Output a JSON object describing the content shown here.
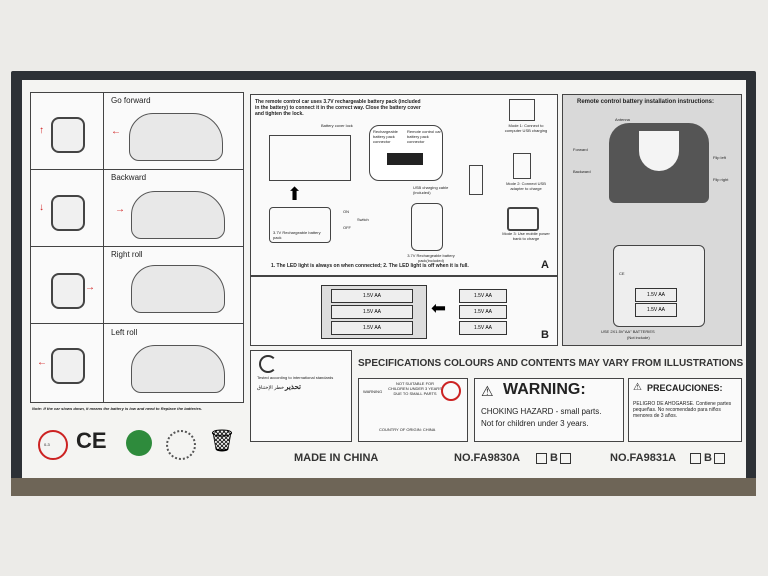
{
  "controls_panel": {
    "go_forward": "Go forward",
    "backward": "Backward",
    "right_roll": "Right roll",
    "left_roll": "Left roll",
    "note": "Note: If the car slows down, it means the battery is low and need to Replace the batteries."
  },
  "charging_panel": {
    "instructions": "The remote control car uses 3.7V rechargeable battery pack (included in the battery) to connect it in the correct way. Close the battery cover and tighten the lock.",
    "battery_cover_lock": "Battery cover lock",
    "rechargeable_pack_connector": "Rechargeable battery pack connector",
    "remote_car_pack_connector": "Remote control car battery pack connector",
    "mode1": "Mode 1: Connect to computer USB charging",
    "mode2": "Mode 2: Connect USB adapter to charge",
    "mode3": "Mode 3: Use mobile power bank to charge",
    "usb_cable": "USB charging cable (included)",
    "battery_pack_label": "3.7V Rechargeable battery pack",
    "switch_label": "Switch",
    "on": "ON",
    "off": "OFF",
    "pack_included": "3.7V Rechargeable battery pack(included)",
    "led_note": "1. The LED light is always on when connected;  2. The LED light is off when it is full.",
    "letter": "A"
  },
  "aa_panel": {
    "cells": [
      "1.5V AA",
      "1.5V AA",
      "1.5V AA"
    ],
    "side_cells": [
      "1.5V AA",
      "1.5V AA",
      "1.5V AA"
    ],
    "letter": "B"
  },
  "remote_panel": {
    "title": "Remote control battery installation instructions:",
    "antenna": "Antenna",
    "forward": "Forward",
    "backward": "Backward",
    "flip_left": "Flip left",
    "flip_right": "Flip right",
    "batteries": "USE 2X1.5V\"AA\" BATTERIES",
    "not_include": "(Not include)",
    "cell1": "1.5V AA",
    "cell2": "1.5V AA",
    "ce": "CE"
  },
  "bottom": {
    "tested": "Tested according to international standards",
    "arabic_warning": "تحذير",
    "arabic_choking": "خطر الإختناق",
    "spec_notice": "SPECIFICATIONS COLOURS AND CONTENTS MAY VARY FROM ILLUSTRATIONS",
    "not_suitable": "NOT SUITABLE FOR CHILDREN UNDER 3 YEARS DUE TO SMALL PARTS",
    "warning_small": "WARNING",
    "country": "COUNTRY OF ORIGIN: CHINA",
    "warning_title": "WARNING:",
    "choking": "CHOKING HAZARD - small parts.",
    "not_for_children": "Not for children under 3 years.",
    "precauciones": "PRECAUCIONES:",
    "peligro": "PELIGRO DE AHOGARSE. Contiene partes pequeñas. No recomendado para niños menores de 3 años.",
    "made_in_china": "MADE IN CHINA",
    "no1": "NO.FA9830A",
    "no1_b": "B",
    "no2": "NO.FA9831A",
    "no2_b": "B",
    "ce_mark": "CE",
    "age_mark": "0-3"
  }
}
